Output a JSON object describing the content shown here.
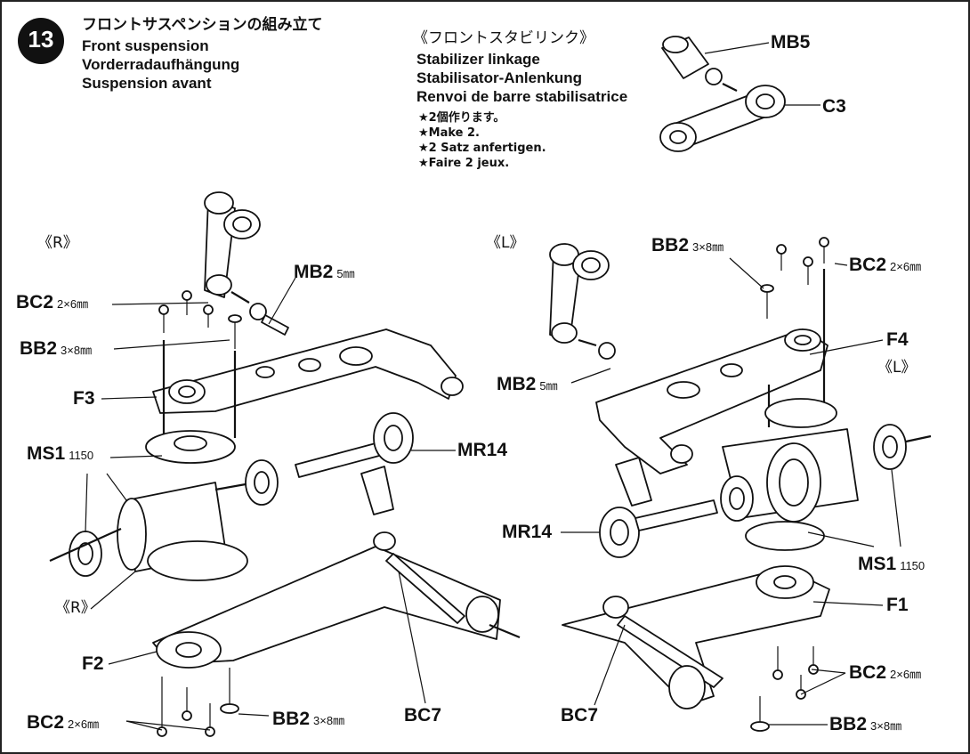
{
  "step": {
    "number": "13",
    "title_jp": "フロントサスペンションの組み立て",
    "title_en": "Front suspension",
    "title_de": "Vorderradaufhängung",
    "title_fr": "Suspension avant"
  },
  "stabilizer": {
    "title_jp": "《フロントスタビリンク》",
    "title_en": "Stabilizer linkage",
    "title_de": "Stabilisator-Anlenkung",
    "title_fr": "Renvoi de barre stabilisatrice",
    "notes": [
      "★2個作ります。",
      "★Make 2.",
      "★2 Satz anfertigen.",
      "★Faire 2 jeux."
    ]
  },
  "sides": {
    "right_top": "《R》",
    "right_bottom": "《R》",
    "left_top": "《L》",
    "left_mid": "《L》"
  },
  "labels": {
    "mb5": "MB5",
    "c3": "C3",
    "bc2_r_top": {
      "code": "BC2",
      "size": "2×6㎜"
    },
    "bb2_r_top": {
      "code": "BB2",
      "size": "3×8㎜"
    },
    "mb2_r": {
      "code": "MB2",
      "size": "5㎜"
    },
    "f3": "F3",
    "ms1_r": {
      "code": "MS1",
      "size": "1150"
    },
    "mr14_r": "MR14",
    "f2": "F2",
    "bc2_r_bottom": {
      "code": "BC2",
      "size": "2×6㎜"
    },
    "bb2_r_bottom": {
      "code": "BB2",
      "size": "3×8㎜"
    },
    "bc7_r": "BC7",
    "bb2_l_top": {
      "code": "BB2",
      "size": "3×8㎜"
    },
    "bc2_l_top": {
      "code": "BC2",
      "size": "2×6㎜"
    },
    "f4": "F4",
    "mb2_l": {
      "code": "MB2",
      "size": "5㎜"
    },
    "mr14_l": "MR14",
    "ms1_l": {
      "code": "MS1",
      "size": "1150"
    },
    "f1": "F1",
    "bc2_l_bottom": {
      "code": "BC2",
      "size": "2×6㎜"
    },
    "bc7_l": "BC7",
    "bb2_l_bottom": {
      "code": "BB2",
      "size": "3×8㎜"
    }
  }
}
